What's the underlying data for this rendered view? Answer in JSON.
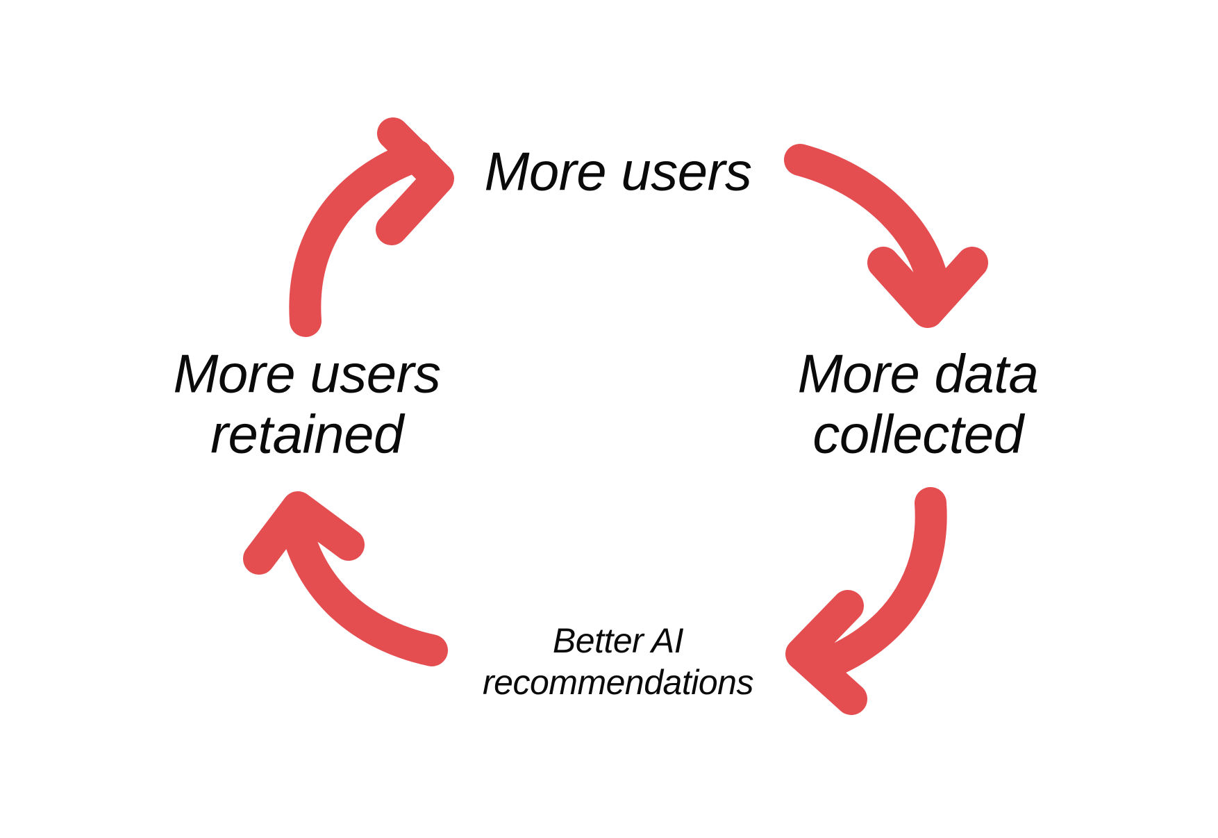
{
  "diagram": {
    "type": "cycle-flywheel",
    "title": "",
    "background_color": "#ffffff",
    "accent_color": "#E44E50",
    "text_color": "#0a0a0a",
    "direction": "clockwise",
    "nodes": [
      {
        "id": "more-users",
        "label": "More users",
        "position": "top"
      },
      {
        "id": "more-data",
        "label": "More data\ncollected",
        "position": "right"
      },
      {
        "id": "better-ai",
        "label": "Better AI\nrecommendations",
        "position": "bottom"
      },
      {
        "id": "users-retained",
        "label": "More users\nretained",
        "position": "left"
      }
    ],
    "arrows": [
      {
        "id": "arrow-top-right",
        "from": "more-users",
        "to": "more-data",
        "points": "down-right"
      },
      {
        "id": "arrow-bottom-right",
        "from": "more-data",
        "to": "better-ai",
        "points": "down-left"
      },
      {
        "id": "arrow-bottom-left",
        "from": "better-ai",
        "to": "users-retained",
        "points": "up-left"
      },
      {
        "id": "arrow-top-left",
        "from": "users-retained",
        "to": "more-users",
        "points": "up-right"
      }
    ]
  }
}
